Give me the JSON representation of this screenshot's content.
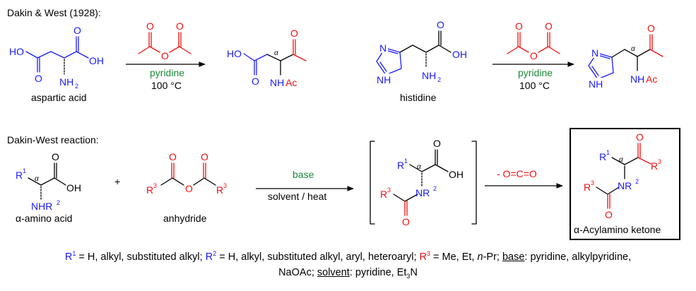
{
  "top_title": "Dakin & West (1928):",
  "bottom_title": "Dakin-West reaction:",
  "reaction1": {
    "catalyst": "pyridine",
    "conditions": "100 °C"
  },
  "reaction2": {
    "catalyst": "pyridine",
    "conditions": "100 °C"
  },
  "reaction3": {
    "catalyst": "base",
    "conditions": "solvent / heat",
    "byproduct": "- O=C=O",
    "plus": "+"
  },
  "names": {
    "aspartic": "aspartic acid",
    "histidine": "histidine",
    "amino_acid": "α-amino acid",
    "anhydride": "anhydride",
    "product": "α-Acylamino ketone"
  },
  "atoms": {
    "O": "O",
    "OH": "OH",
    "HO": "HO",
    "NH2": "NH",
    "two": "2",
    "NH": "N",
    "NHAc_N": "NH",
    "Ac": "Ac",
    "N": "N",
    "NH_ring": "NH",
    "alpha": "α",
    "R": "R",
    "NHR": "NHR",
    "NR": "NR",
    "one": "1",
    "three": "3"
  },
  "legend": {
    "r1": "R",
    "r1_sup": "1",
    "r1_text": " = H, alkyl, substituted alkyl; ",
    "r2": "R",
    "r2_sup": "2",
    "r2_text": " = H, alkyl, substituted alkyl, aryl, heteroaryl; ",
    "r3": "R",
    "r3_sup": "3",
    "r3_text": " = Me, Et, ",
    "npr": "n",
    "npr_rest": "-Pr; ",
    "base_label": "base",
    "base_text": ": pyridine, alkylpyridine,",
    "line2_a": "NaOAc; ",
    "solvent_label": "solvent",
    "solvent_text": ": pyridine, Et",
    "et3n_sub": "3",
    "et3n_n": "N"
  },
  "colors": {
    "blue": "#1a1aff",
    "red": "#ee1111",
    "green": "#1a8a3a",
    "black": "#000000"
  }
}
